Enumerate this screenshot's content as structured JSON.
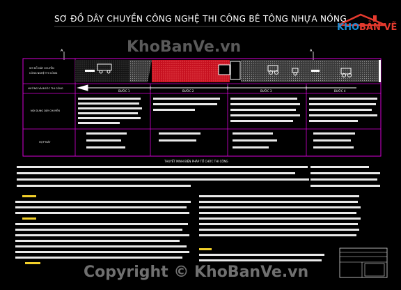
{
  "drawing": {
    "title": "SƠ ĐỒ DÂY CHUYỀN CÔNG NGHỆ THI CÔNG BÊ TÔNG NHỰA NÓNG",
    "watermark_top": "KhoBanVe.vn",
    "watermark_bottom": "Copyright © KhoBanVe.vn",
    "logo": {
      "part1": "KHO",
      "part2": "BẢN VẼ"
    },
    "section_marks": [
      "A",
      "A"
    ],
    "rows": {
      "r1": [
        "SƠ ĐỒ DÂY CHUYỀN",
        "CÔNG NGHỆ THI CÔNG"
      ],
      "r2": "HƯỚNG VÀ BƯỚC THI CÔNG",
      "r3": "NỘI DUNG DÂY CHUYỀN",
      "r4": "HỢP MÁY"
    },
    "steps": [
      "BƯỚC 1",
      "BƯỚC 2",
      "BƯỚC 3",
      "BƯỚC 4"
    ],
    "notes_title": "THUYẾT MINH BIỆN PHÁP TỔ CHỨC THI CÔNG"
  },
  "colors": {
    "background": "#000000",
    "grid_magenta": "#d600d6",
    "hot_red": "#e0142a",
    "text": "#ffffff",
    "highlight": "#f2cf2a"
  }
}
